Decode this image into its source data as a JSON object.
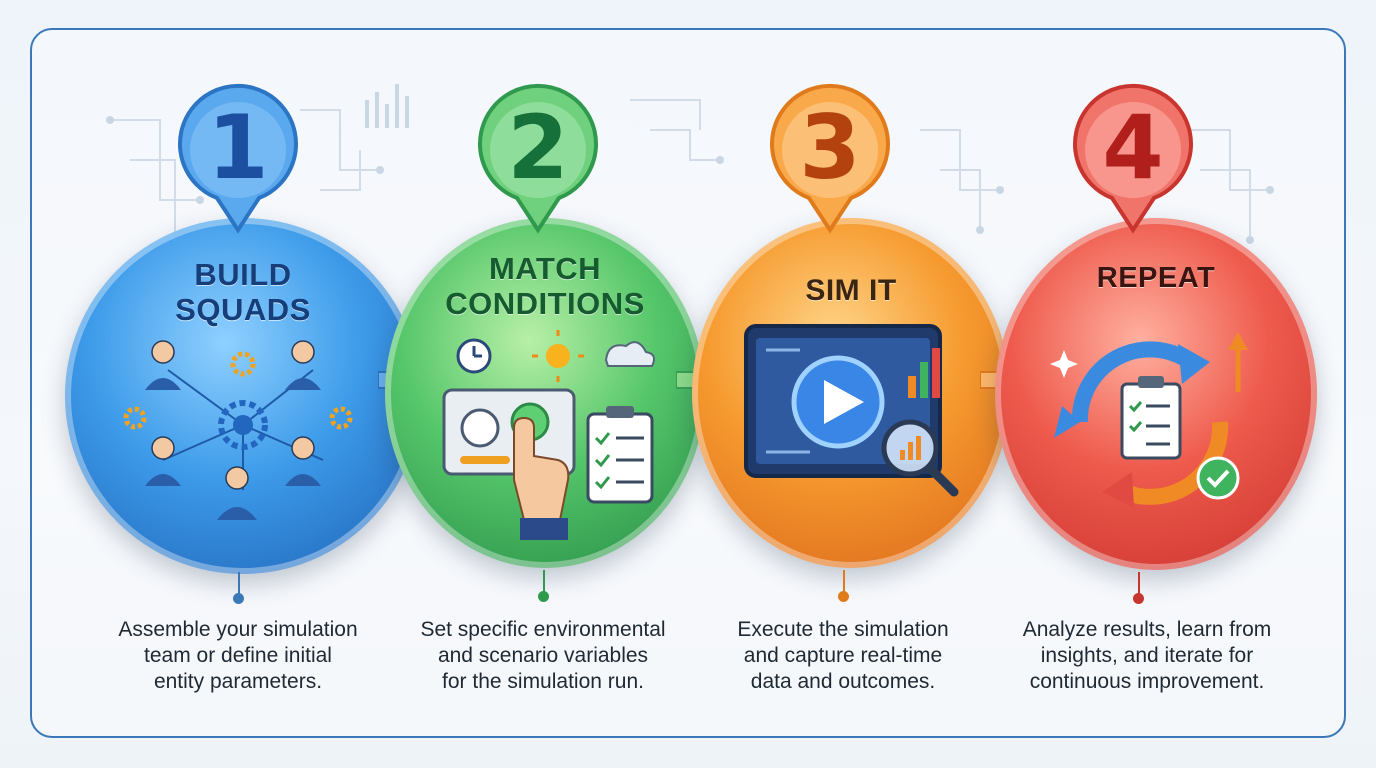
{
  "steps": [
    {
      "number": "1",
      "title_line1": "BUILD",
      "title_line2": "SQUADS",
      "description_lines": [
        "Assemble your simulation",
        "team or define initial",
        "entity parameters."
      ],
      "color": "#2f86dc"
    },
    {
      "number": "2",
      "title_line1": "MATCH",
      "title_line2": "CONDITIONS",
      "description_lines": [
        "Set specific environmental",
        "and scenario variables",
        "for the simulation run."
      ],
      "color": "#3fb35e"
    },
    {
      "number": "3",
      "title_line1": "SIM IT",
      "title_line2": "",
      "description_lines": [
        "Execute the simulation",
        "and capture real-time",
        "data and outcomes."
      ],
      "color": "#f08a24"
    },
    {
      "number": "4",
      "title_line1": "REPEAT",
      "title_line2": "",
      "description_lines": [
        "Analyze results, learn from",
        "insights, and iterate for",
        "continuous improvement."
      ],
      "color": "#e04a42"
    }
  ],
  "icons": [
    "team-network-icon",
    "control-panel-icon",
    "simulation-play-icon",
    "iterate-cycle-icon"
  ]
}
